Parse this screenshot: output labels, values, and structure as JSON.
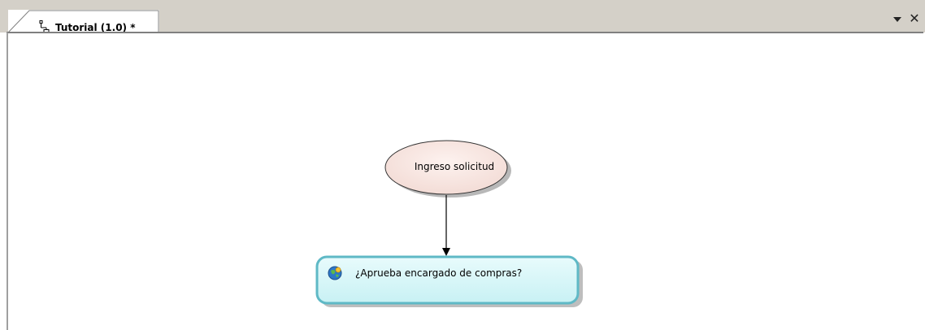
{
  "tab": {
    "title": "Tutorial (1.0) *",
    "icon": "process-diagram-icon"
  },
  "controls": {
    "menu_icon": "dropdown-arrow-icon",
    "close_icon": "close-icon",
    "close_glyph": "✕"
  },
  "diagram": {
    "start_node": {
      "label": "Ingreso solicitud",
      "fill": "#f8e4e0",
      "stroke": "#333333"
    },
    "task_node": {
      "label": "¿Aprueba encargado de compras?",
      "icon": "task-globe-icon",
      "fill": "#d6f6f8",
      "stroke": "#5fb9c6"
    },
    "connector": {
      "from": "Ingreso solicitud",
      "to": "¿Aprueba encargado de compras?"
    }
  }
}
